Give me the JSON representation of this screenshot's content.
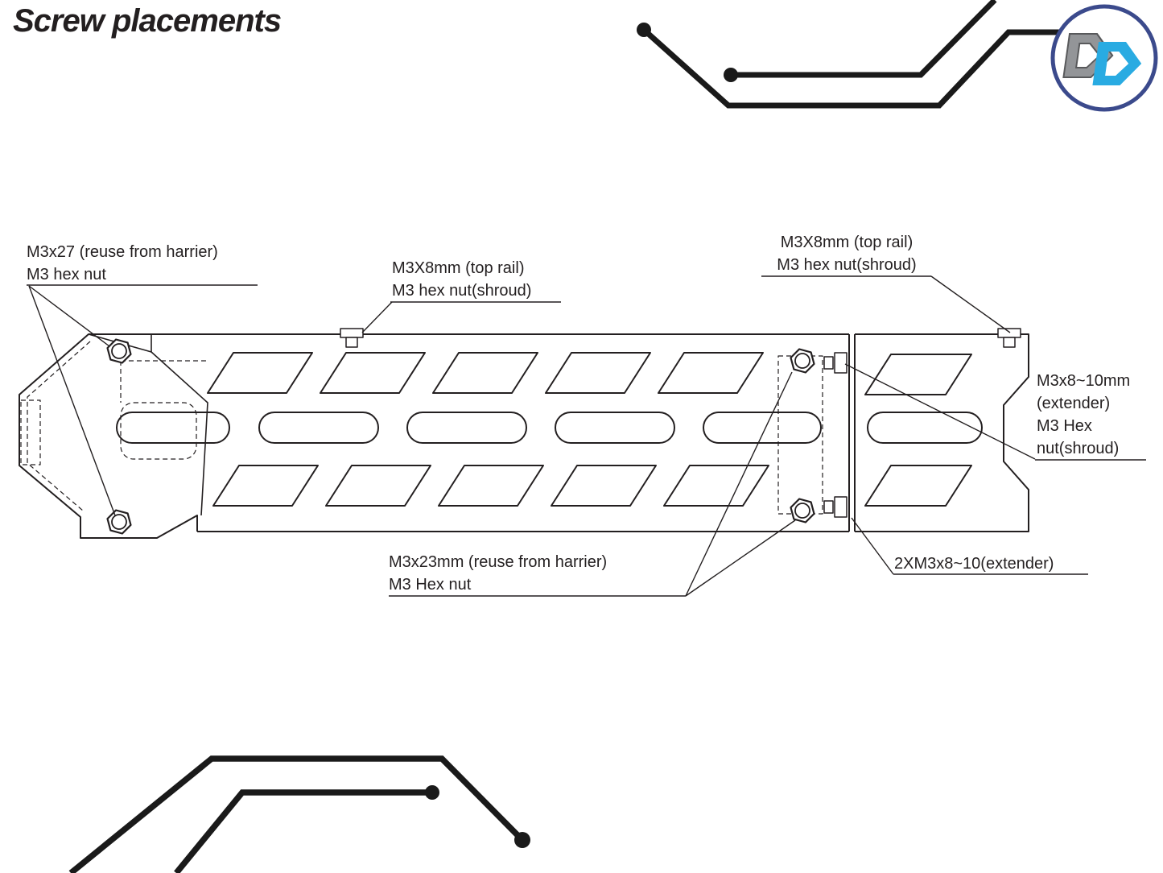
{
  "page": {
    "title": "Screw placements",
    "background": "#ffffff"
  },
  "colors": {
    "line": "#231f20",
    "decoration": "#1a1a1a",
    "logo_ring": "#3b4a8c",
    "logo_d_gray": "#939598",
    "logo_d_cyan": "#29abe2"
  },
  "labels": {
    "m3x27": {
      "line1": "M3x27 (reuse from harrier)",
      "line2": "M3 hex nut"
    },
    "top_rail_center": {
      "line1": "M3X8mm (top rail)",
      "line2": "M3 hex nut(shroud)"
    },
    "top_rail_right": {
      "line1": "M3X8mm (top rail)",
      "line2": "M3 hex nut(shroud)"
    },
    "extender_right": {
      "line1": "M3x8~10mm",
      "line2": "(extender)",
      "line3": "M3 Hex",
      "line4": "nut(shroud)"
    },
    "m3x23": {
      "line1": "M3x23mm (reuse from harrier)",
      "line2": "M3 Hex nut"
    },
    "extender_2x": {
      "line1": "2XM3x8~10(extender)"
    }
  }
}
